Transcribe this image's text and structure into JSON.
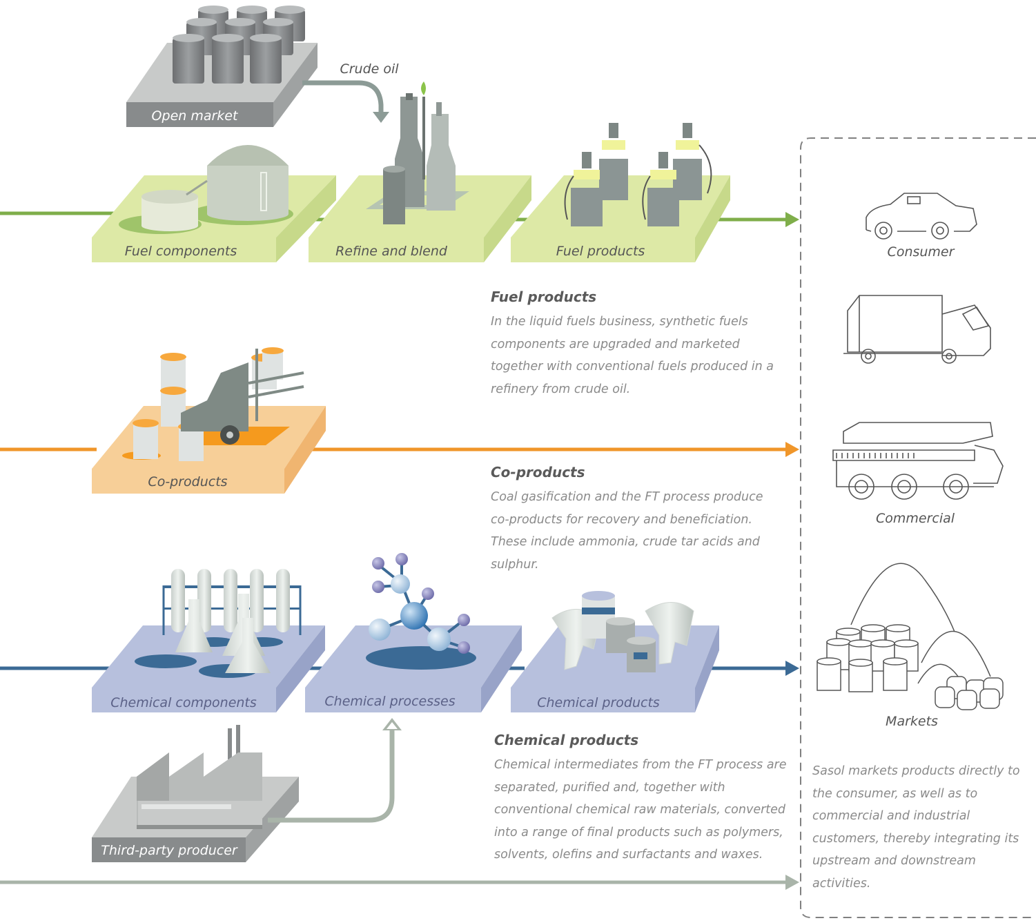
{
  "diagram": {
    "annotations": {
      "crude_oil": "Crude oil"
    },
    "platforms": {
      "open_market": "Open market",
      "fuel_components": "Fuel components",
      "refine_and_blend": "Refine and blend",
      "fuel_products": "Fuel products",
      "co_products": "Co-products",
      "chemical_components": "Chemical components",
      "chemical_processes": "Chemical processes",
      "chemical_products": "Chemical products",
      "third_party_producer": "Third-party producer"
    },
    "markets": {
      "consumer": "Consumer",
      "commercial": "Commercial",
      "markets": "Markets",
      "description": "Sasol markets products directly to the consumer, as well as to commercial and industrial customers, thereby integrating its upstream and downstream activities."
    },
    "colors": {
      "fuel": "#7fae4a",
      "fuel_platform": "#dde9a6",
      "co": "#f0962a",
      "co_platform": "#f7cf98",
      "chem": "#3b6a95",
      "chem_platform": "#b7c0dd",
      "grey_line": "#a9b4a9"
    }
  },
  "descriptions": {
    "fuel": {
      "title": "Fuel products",
      "text": "In the liquid fuels business, synthetic fuels components are upgraded and marketed together with conventional fuels produced in a refinery from crude oil."
    },
    "co": {
      "title": "Co-products",
      "text": "Coal gasification and the FT process produce co-products for recovery and beneficiation. These include ammonia, crude tar acids and sulphur."
    },
    "chem": {
      "title": "Chemical products",
      "text": "Chemical intermediates from the FT process are separated, purified and, together with conventional chemical raw materials, converted into a range of final products such as polymers, solvents, olefins and surfactants and waxes."
    }
  }
}
